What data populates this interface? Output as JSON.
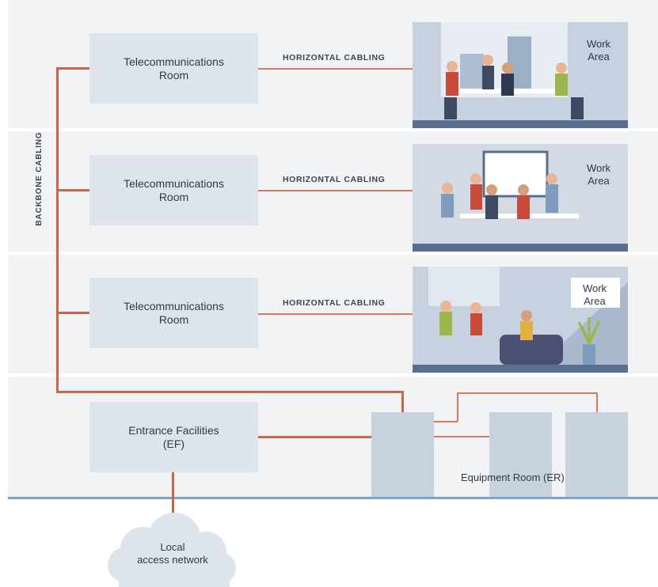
{
  "floors": [
    {
      "tr_label": "Telecommunications\nRoom",
      "cable_label": "HORIZONTAL CABLING",
      "wa_label": "Work\nArea"
    },
    {
      "tr_label": "Telecommunications\nRoom",
      "cable_label": "HORIZONTAL CABLING",
      "wa_label": "Work\nArea"
    },
    {
      "tr_label": "Telecommunications\nRoom",
      "cable_label": "HORIZONTAL CABLING",
      "wa_label": "Work\nArea"
    }
  ],
  "backbone_label": "BACKBONE CABLING",
  "entrance_label": "Entrance Facilities\n(EF)",
  "equipment_room_label": "Equipment Room (ER)",
  "cloud_label": "Local\naccess network",
  "colors": {
    "cable": "#c8664a",
    "room_fill": "#dde4ec",
    "floor_fill": "#f2f3f4",
    "scene_fill": "#c7d1e0",
    "ground_line": "#7fa3c6"
  }
}
